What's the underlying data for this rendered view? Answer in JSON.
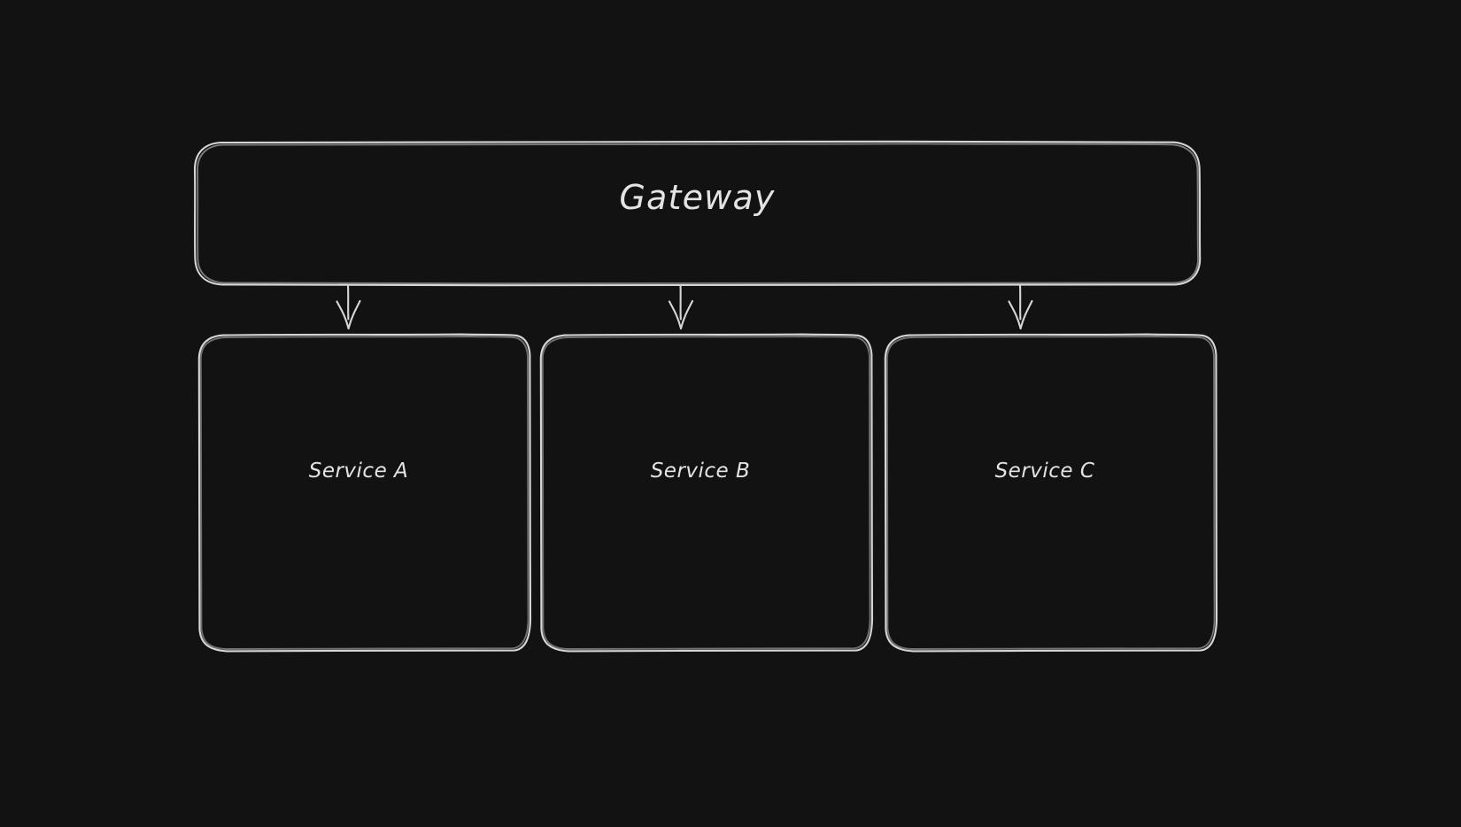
{
  "diagram": {
    "type": "flowchart",
    "direction": "top-down",
    "background_color": "#121212",
    "stroke_color": "#d6d6d6",
    "text_color": "#e3e3e3",
    "style": "hand-drawn-sketch",
    "nodes": [
      {
        "id": "gateway",
        "label": "Gateway",
        "shape": "rounded-rectangle",
        "role": "entry-point"
      },
      {
        "id": "service-a",
        "label": "Service A",
        "shape": "rounded-rectangle",
        "role": "service"
      },
      {
        "id": "service-b",
        "label": "Service B",
        "shape": "rounded-rectangle",
        "role": "service"
      },
      {
        "id": "service-c",
        "label": "Service C",
        "shape": "rounded-rectangle",
        "role": "service"
      }
    ],
    "edges": [
      {
        "id": "edge-gateway-a",
        "from": "gateway",
        "to": "service-a",
        "arrow": "down",
        "label": ""
      },
      {
        "id": "edge-gateway-b",
        "from": "gateway",
        "to": "service-b",
        "arrow": "down",
        "label": ""
      },
      {
        "id": "edge-gateway-c",
        "from": "gateway",
        "to": "service-c",
        "arrow": "down",
        "label": ""
      }
    ]
  }
}
